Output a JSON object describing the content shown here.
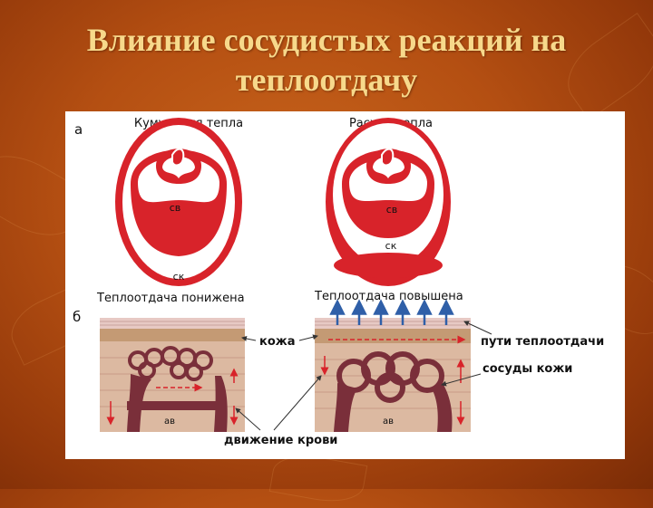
{
  "slide": {
    "title_line1": "Влияние сосудистых реакций на",
    "title_line2": "теплоотдачу"
  },
  "figure": {
    "section_a": "а",
    "section_b": "б",
    "left_top_label": "Кумуляция тепла",
    "right_top_label": "Расход тепла",
    "cv": "св",
    "ck": "ск",
    "left_bottom_label": "Теплоотдача понижена",
    "right_bottom_label": "Теплоотдача повышена",
    "skin": "кожа",
    "heat_paths": "пути теплоотдачи",
    "skin_vessels": "сосуды кожи",
    "av": "ав",
    "blood_motion": "движение крови"
  },
  "colors": {
    "background": "#b44f12",
    "title": "#f7d98b",
    "vessel_red": "#d8232a",
    "skin_tan": "#c49a74",
    "tissue": "#d9b59b",
    "vessel_dark": "#7a2f3a",
    "arrow_blue": "#2f5fa8"
  }
}
